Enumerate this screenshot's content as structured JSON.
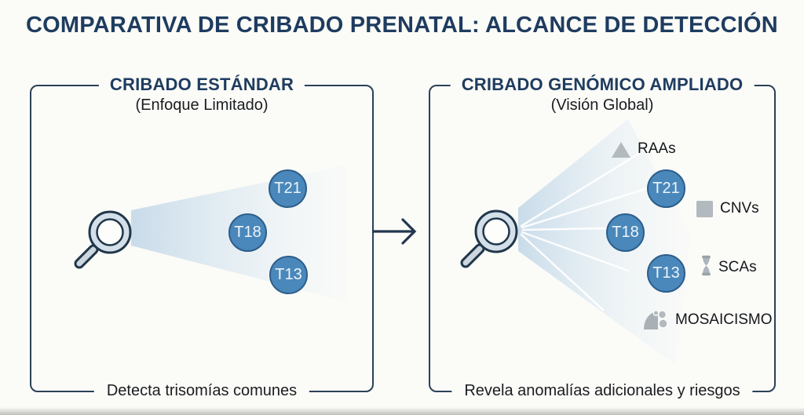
{
  "page": {
    "title": "COMPARATIVA DE CRIBADO PRENATAL: ALCANCE DE DETECCIÓN"
  },
  "panels": {
    "standard": {
      "title": "CRIBADO ESTÁNDAR",
      "subtitle": "(Enfoque Limitado)",
      "caption": "Detecta trisomías comunes",
      "trisomies": [
        {
          "label": "T21"
        },
        {
          "label": "T18"
        },
        {
          "label": "T13"
        }
      ]
    },
    "genomic": {
      "title": "CRIBADO GENÓMICO AMPLIADO",
      "subtitle": "(Visión Global)",
      "caption": "Revela anomalías adicionales y riesgos",
      "trisomies": [
        {
          "label": "T21"
        },
        {
          "label": "T18"
        },
        {
          "label": "T13"
        }
      ],
      "additional_findings": [
        {
          "label": "RAAs",
          "icon": "triangle-icon"
        },
        {
          "label": "CNVs",
          "icon": "square-icon"
        },
        {
          "label": "SCAs",
          "icon": "chromosome-icon"
        },
        {
          "label": "MOSAICISMO",
          "icon": "mosaic-icon"
        }
      ]
    }
  },
  "colors": {
    "title_navy": "#1e3c5f",
    "panel_border": "#2b4158",
    "circle_fill": "#4a88bb",
    "circle_border": "#2c5e8b",
    "circle_text": "#eef4f9",
    "icon_gray": "#b2b9bf",
    "body_text": "#1a1d20",
    "beam_blue": "#c9dcea"
  }
}
